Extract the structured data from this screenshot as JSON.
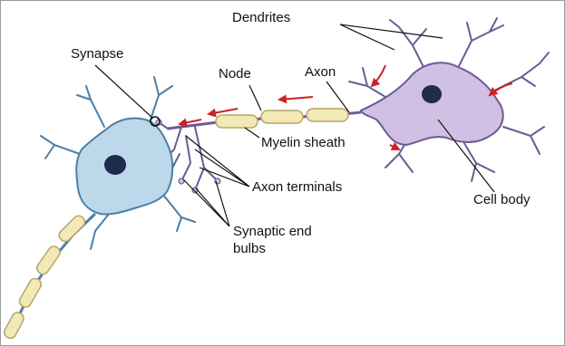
{
  "labels": {
    "dendrites": "Dendrites",
    "synapse": "Synapse",
    "node": "Node",
    "axon": "Axon",
    "myelin_sheath": "Myelin sheath",
    "axon_terminals": "Axon terminals",
    "cell_body": "Cell body",
    "synaptic_end_bulbs_line1": "Synaptic end",
    "synaptic_end_bulbs_line2": "bulbs"
  },
  "colors": {
    "left_neuron_fill": "#bcd8ea",
    "left_neuron_stroke": "#4c7fa6",
    "right_neuron_fill": "#cfc0e4",
    "right_neuron_stroke": "#6e5a94",
    "nucleus": "#1d2b4f",
    "myelin_fill": "#f3e9b6",
    "myelin_stroke": "#b8a66a",
    "arrow": "#cc2222",
    "leader_line": "#111111"
  }
}
